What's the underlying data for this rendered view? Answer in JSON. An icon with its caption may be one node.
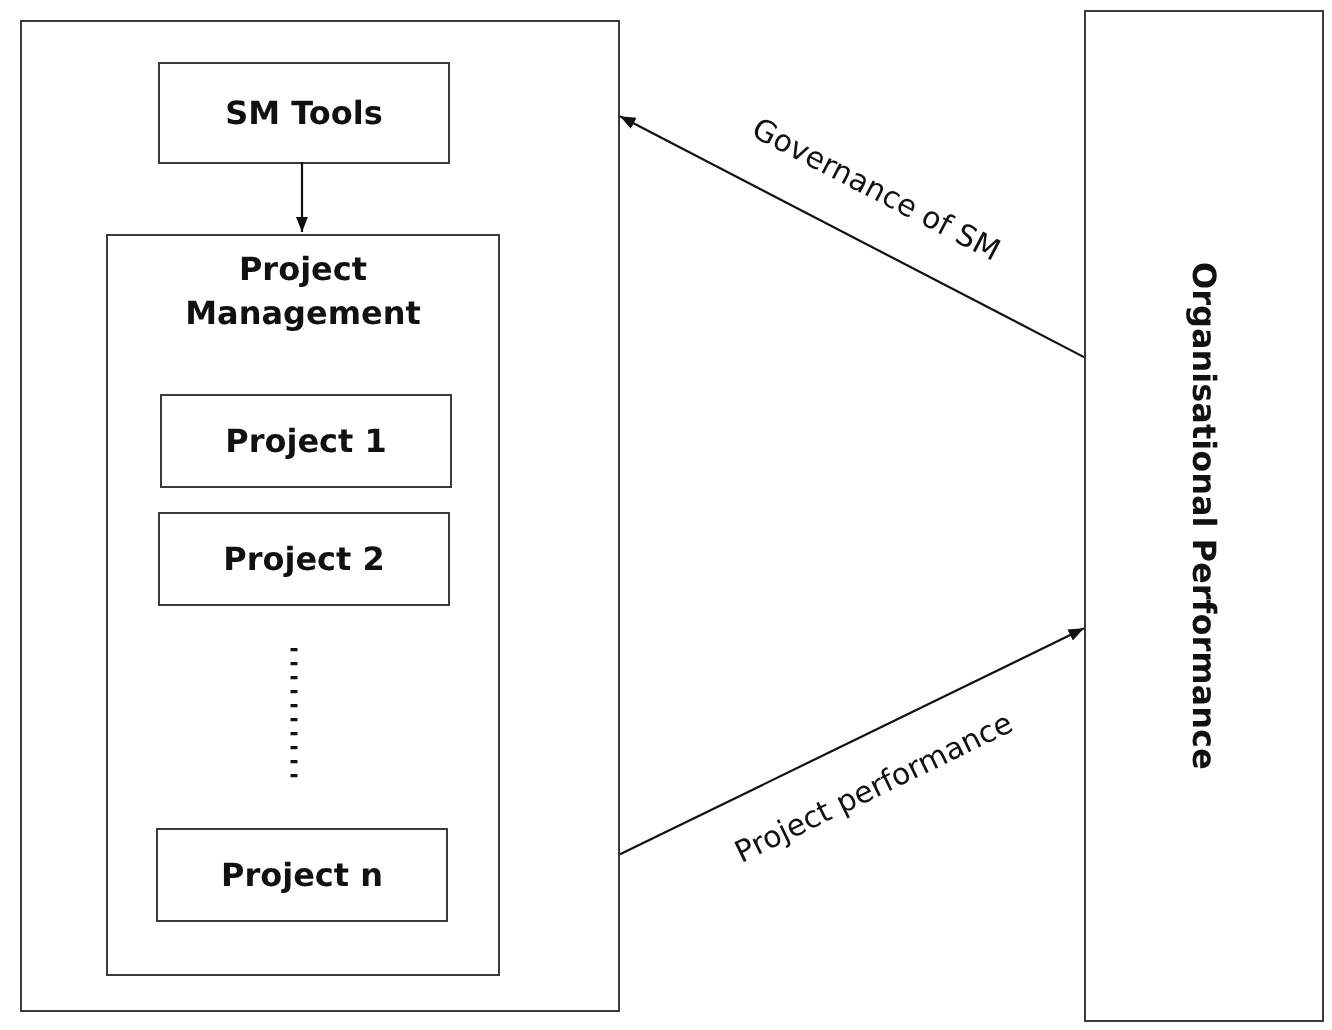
{
  "diagram": {
    "nodes": [
      {
        "text": [],
        "shape": "box"
      },
      {
        "text": [
          "SM Tools"
        ],
        "in": 0
      },
      {
        "text": [
          "Project Management"
        ],
        "in": 0
      },
      {
        "text": [
          "Project 1"
        ],
        "in": 2
      },
      {
        "text": [
          "Project 2"
        ],
        "in": 2
      },
      {
        "text": [
          "Project n"
        ],
        "in": 2
      },
      {
        "text": [
          "Organisational Performance"
        ]
      }
    ],
    "edges": [
      {
        "from": 1,
        "to": 2,
        "arrow": "to"
      },
      {
        "from": 6,
        "to": 0,
        "arrow": "to",
        "label": "Governance of SM"
      },
      {
        "from": 0,
        "to": 6,
        "arrow": "to",
        "label": "Project performance"
      }
    ]
  }
}
